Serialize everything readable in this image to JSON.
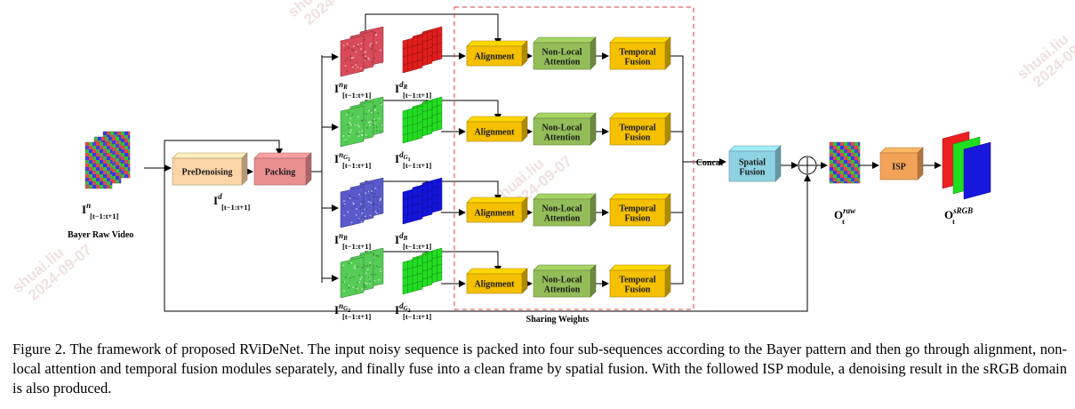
{
  "watermark": {
    "name": "shuai.liu",
    "date": "2024-09-07"
  },
  "inputs": {
    "noisy": {
      "main": "I",
      "sup": "n",
      "sub": "[t−1:t+1]",
      "caption": "Bayer Raw Video"
    },
    "denoised": {
      "main": "I",
      "sup": "d",
      "sub": "[t−1:t+1]"
    }
  },
  "modules": {
    "predenoising": "PreDenoising",
    "packing": "Packing",
    "alignment": "Alignment",
    "nonlocal_line1": "Non-Local",
    "nonlocal_line2": "Attention",
    "temporal_line1": "Temporal",
    "temporal_line2": "Fusion",
    "concat": "Concat",
    "spatial_line1": "Spatial",
    "spatial_line2": "Fusion",
    "isp": "ISP",
    "sharing_weights": "Sharing Weights"
  },
  "branches": [
    {
      "id": "R",
      "noisy_sup": "n",
      "noisy_sub_letter": "R",
      "noisy_sub_digit": "",
      "denoised_sup": "d",
      "denoised_sub_letter": "R",
      "denoised_sub_digit": "",
      "range": "[t−1:t+1]",
      "color": "#e11d1d",
      "noisy_color": "#d94a5a"
    },
    {
      "id": "G1",
      "noisy_sup": "n",
      "noisy_sub_letter": "G",
      "noisy_sub_digit": "1",
      "denoised_sup": "d",
      "denoised_sub_letter": "G",
      "denoised_sub_digit": "1",
      "range": "[t−1:t+1]",
      "color": "#22dd22",
      "noisy_color": "#55cc55"
    },
    {
      "id": "B",
      "noisy_sup": "n",
      "noisy_sub_letter": "B",
      "noisy_sub_digit": "",
      "denoised_sup": "d",
      "denoised_sub_letter": "B",
      "denoised_sub_digit": "",
      "range": "[t−1:t+1]",
      "color": "#1515dd",
      "noisy_color": "#5a5acc"
    },
    {
      "id": "G2",
      "noisy_sup": "n",
      "noisy_sub_letter": "G",
      "noisy_sub_digit": "2",
      "denoised_sup": "d",
      "denoised_sub_letter": "G",
      "denoised_sub_digit": "2",
      "range": "[t−1:t+1]",
      "color": "#22dd22",
      "noisy_color": "#55cc55"
    }
  ],
  "outputs": {
    "raw": {
      "main": "O",
      "sub": "t",
      "sup": "raw"
    },
    "srgb": {
      "main": "O",
      "sub": "t",
      "sup": "sRGB"
    }
  },
  "colors": {
    "alignment": "#f5c000",
    "nonlocal": "#93bd58",
    "temporal": "#f5c000",
    "predenoising": "#fbd5a6",
    "packing": "#ea8f8f",
    "spatial": "#8fd3e2",
    "isp": "#f3a359",
    "dashed_box": "#e23b3b"
  },
  "caption": "Figure 2. The framework of proposed RViDeNet.  The input noisy sequence is packed into four sub-sequences according to the Bayer pattern and then go through alignment, non-local attention and temporal fusion modules separately, and finally fuse into a clean frame by spatial fusion. With the followed ISP module, a denoising result in the sRGB domain is also produced."
}
